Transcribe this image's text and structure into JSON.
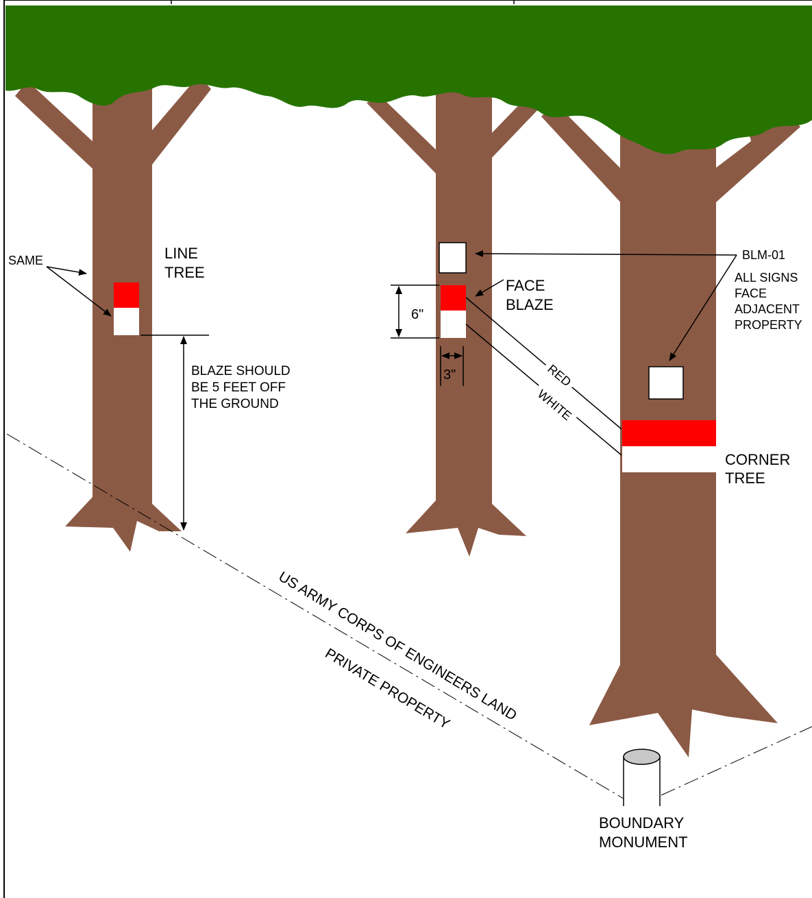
{
  "labels": {
    "same": "SAME",
    "line_tree_1": "LINE",
    "line_tree_2": "TREE",
    "blaze_height_1": "BLAZE SHOULD",
    "blaze_height_2": "BE 5 FEET OFF",
    "blaze_height_3": "THE GROUND",
    "face_blaze_1": "FACE",
    "face_blaze_2": "BLAZE",
    "dim_height": "6\"",
    "dim_width": "3\"",
    "red": "RED",
    "white": "WHITE",
    "sign_code": "BLM-01",
    "signs_note_1": "ALL SIGNS",
    "signs_note_2": "FACE",
    "signs_note_3": "ADJACENT",
    "signs_note_4": "PROPERTY",
    "corner_tree_1": "CORNER",
    "corner_tree_2": "TREE",
    "boundary_1": "BOUNDARY",
    "boundary_2": "MONUMENT",
    "usace_land": "US ARMY CORPS OF ENGINEERS LAND",
    "private_property": "PRIVATE PROPERTY"
  },
  "colors": {
    "canopy": "#267300",
    "trunk": "#8b5a45",
    "blaze_red": "#ff0000",
    "blaze_white": "#ffffff",
    "monument_top": "#c8c8c8",
    "line": "#000000"
  }
}
